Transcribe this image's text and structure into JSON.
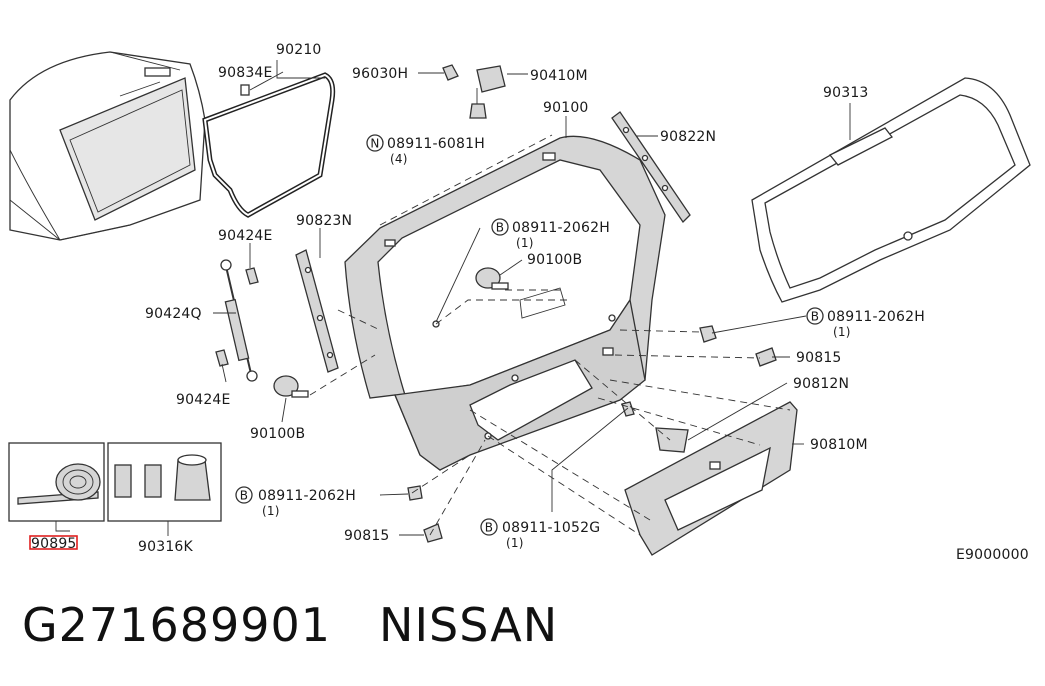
{
  "labels": {
    "p90210": "90210",
    "p90834E": "90834E",
    "p96030H": "96030H",
    "p90410M": "90410M",
    "p90100": "90100",
    "p90822N": "90822N",
    "p90313": "90313",
    "n08911_6081H": "08911-6081H",
    "n08911_6081H_qty": "(4)",
    "b08911_2062H_a": "08911-2062H",
    "b08911_2062H_a_qty": "(1)",
    "p90823N": "90823N",
    "p90100B_a": "90100B",
    "p90424E_top": "90424E",
    "p90424Q": "90424Q",
    "p90424E_bot": "90424E",
    "p90100B_b": "90100B",
    "b08911_2062H_b": "08911-2062H",
    "b08911_2062H_b_qty": "(1)",
    "p90815_a": "90815",
    "p90812N": "90812N",
    "p90810M": "90810M",
    "b08911_2062H_c": "08911-2062H",
    "b08911_2062H_c_qty": "(1)",
    "p90815_b": "90815",
    "b08911_1052G": "08911-1052G",
    "b08911_1052G_qty": "(1)",
    "p90895": "90895",
    "p90316K": "90316K",
    "ref_code": "E9000000",
    "circle_n": "N",
    "circle_b": "B"
  },
  "footer": {
    "part_number": "G271689901",
    "brand": "NISSAN"
  },
  "colors": {
    "highlight_box": "#e02020",
    "line": "#333333",
    "fill": "#d6d6d6"
  }
}
